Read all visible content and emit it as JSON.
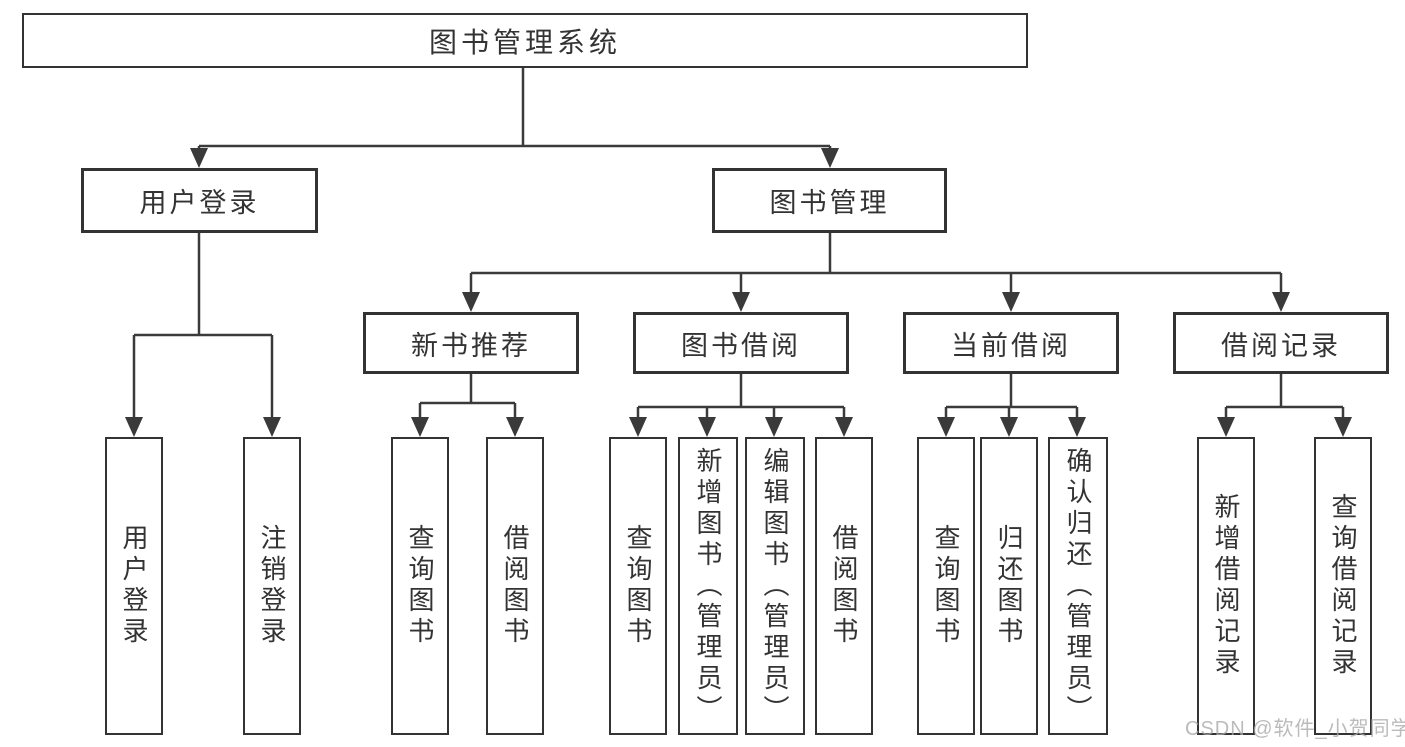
{
  "diagram_title": "图书管理系统",
  "colors": {
    "line": "#3a3a3a",
    "box_border": "#333333",
    "text": "#333333",
    "watermark": "#a9a9a9",
    "background": "#ffffff"
  },
  "watermark": {
    "text": "CSDN @软件_小贺同学"
  },
  "tree": {
    "root": {
      "label": "图书管理系统",
      "children": [
        {
          "label": "用户登录",
          "children": [
            {
              "label": "用户登录"
            },
            {
              "label": "注销登录"
            }
          ]
        },
        {
          "label": "图书管理",
          "children": [
            {
              "label": "新书推荐",
              "children": [
                {
                  "label": "查询图书"
                },
                {
                  "label": "借阅图书"
                }
              ]
            },
            {
              "label": "图书借阅",
              "children": [
                {
                  "label": "查询图书"
                },
                {
                  "label": "新增图书（管理员）"
                },
                {
                  "label": "编辑图书（管理员）"
                },
                {
                  "label": "借阅图书"
                }
              ]
            },
            {
              "label": "当前借阅",
              "children": [
                {
                  "label": "查询图书"
                },
                {
                  "label": "归还图书"
                },
                {
                  "label": "确认归还（管理员）"
                }
              ]
            },
            {
              "label": "借阅记录",
              "children": [
                {
                  "label": "新增借阅记录"
                },
                {
                  "label": "查询借阅记录"
                }
              ]
            }
          ]
        }
      ]
    }
  }
}
